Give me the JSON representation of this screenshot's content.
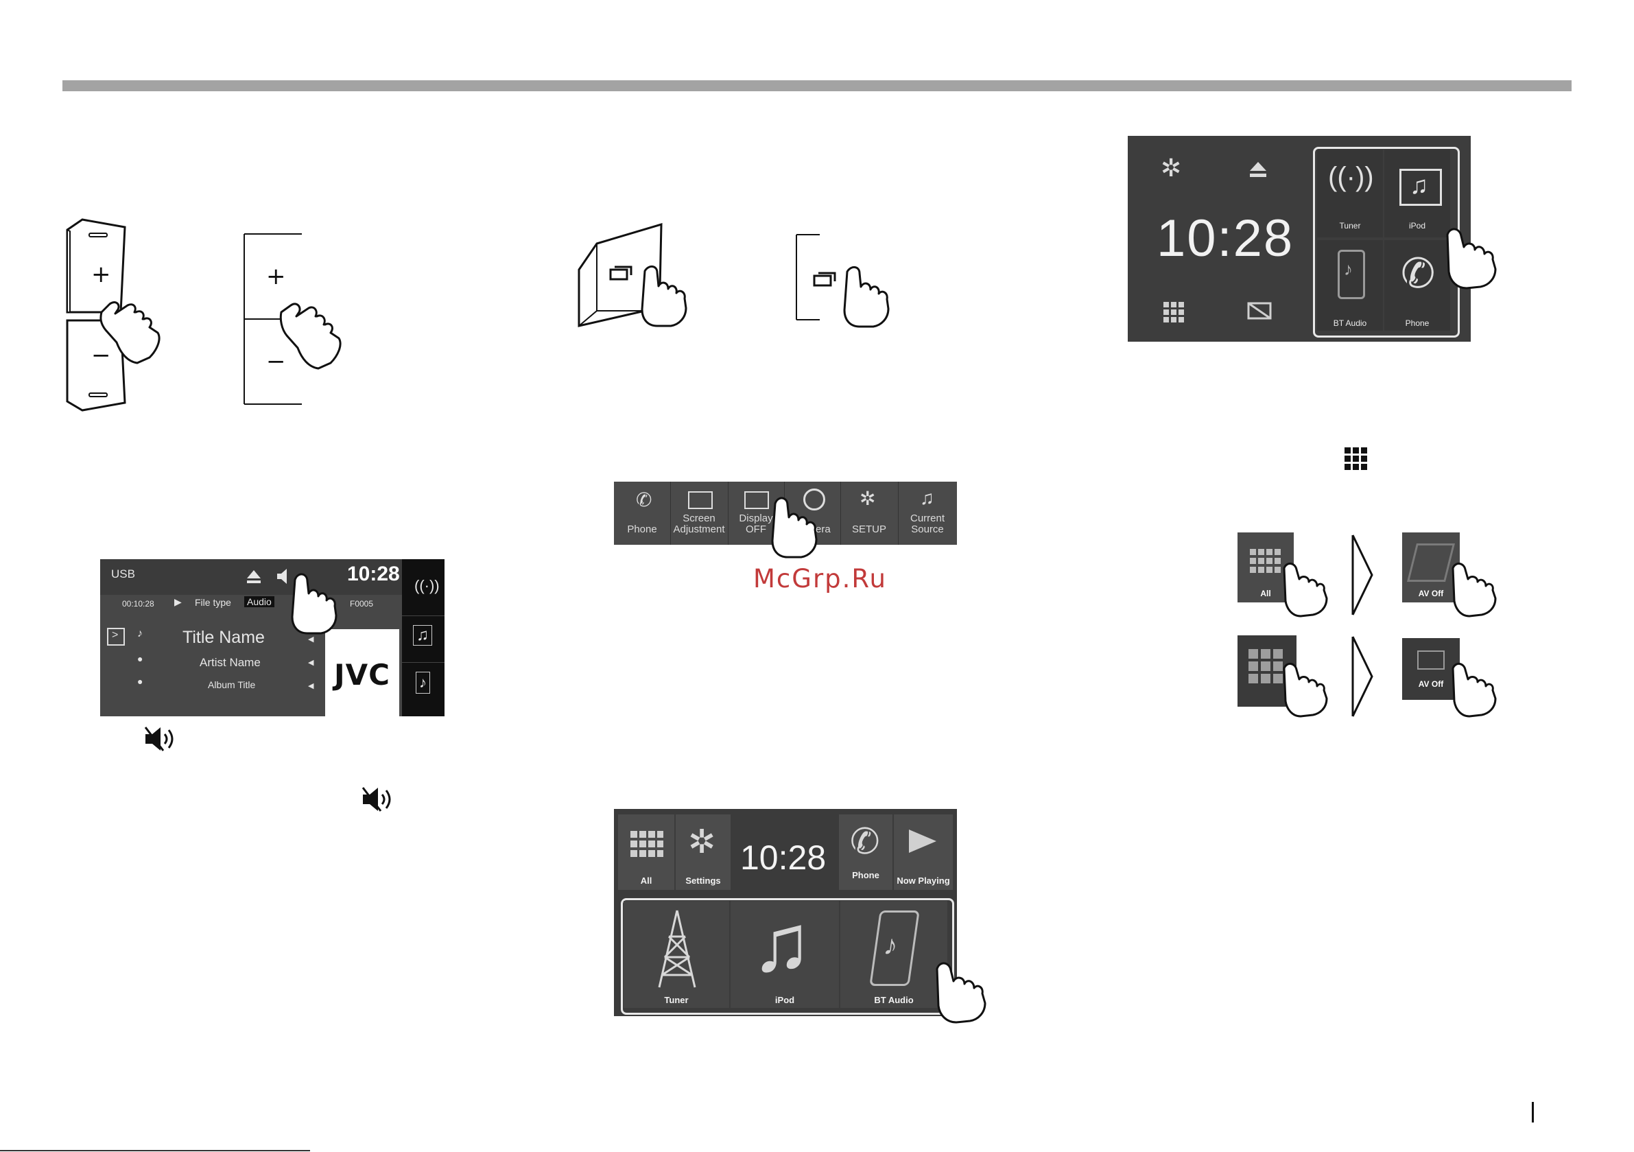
{
  "watermark": "McGrp.Ru",
  "volume_buttons": {
    "plus": "+",
    "minus": "−"
  },
  "usb_screen": {
    "source": "USB",
    "clock": "10:28",
    "elapsed": "00:10:28",
    "file_type_label": "File type",
    "file_type_value": "Audio",
    "folder": "F0005",
    "title": "Title Name",
    "artist": "Artist Name",
    "album": "Album Title",
    "artwork": "JVC"
  },
  "menu_bar": {
    "items": [
      {
        "label": "Phone",
        "icon": "phone-icon"
      },
      {
        "label": "Screen Adjustment",
        "icon": "screen-adjust-icon"
      },
      {
        "label": "Display OFF",
        "icon": "display-off-icon"
      },
      {
        "label": "Camera",
        "icon": "camera-icon"
      },
      {
        "label": "SETUP",
        "icon": "gear-icon"
      },
      {
        "label": "Current Source",
        "icon": "music-note-icon"
      }
    ]
  },
  "home_screen_1": {
    "all": "All",
    "settings": "Settings",
    "clock": "10:28",
    "phone": "Phone",
    "now_playing": "Now Playing",
    "tuner": "Tuner",
    "ipod": "iPod",
    "bt_audio": "BT Audio"
  },
  "home_screen_2": {
    "clock": "10:28",
    "tuner": "Tuner",
    "ipod": "iPod",
    "bt_audio": "BT Audio",
    "phone": "Phone"
  },
  "av_off_steps": {
    "all_label": "All",
    "av_off_label": "AV Off"
  }
}
